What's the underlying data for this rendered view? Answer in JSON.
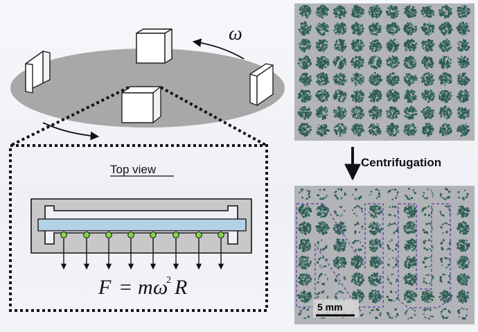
{
  "labels": {
    "omega": "ω",
    "top_view": "Top view",
    "centrifugation": "Centrifugation",
    "scale_bar": "5 mm"
  },
  "equation": {
    "F": "F",
    "equals": "=",
    "m": "m",
    "omega": "ω",
    "exponent": "2",
    "R": "R"
  },
  "colors": {
    "platform": "#a8a8a8",
    "cell_fill": "#b4d2e6",
    "bead_fill": "#80d848",
    "tissue": "#2e5a52",
    "pattern_outline": "#6a4aa8",
    "micrograph_bg": "#b2b4b8"
  },
  "grid": {
    "rows": 8,
    "cols": 10
  },
  "pattern_letters": "NU"
}
